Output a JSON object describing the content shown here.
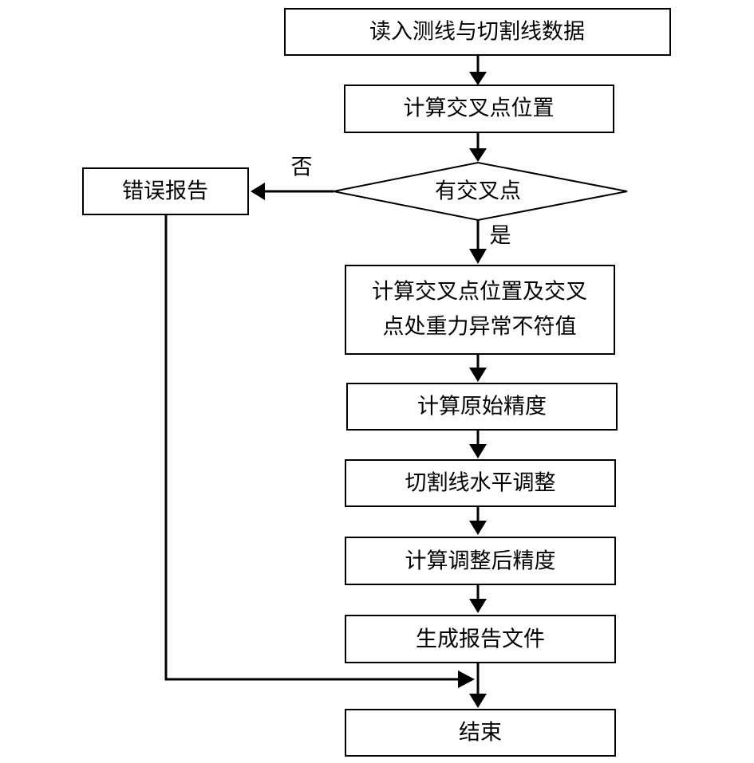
{
  "flowchart": {
    "steps": {
      "read_data": "读入测线与切割线数据",
      "calc_positions": "计算交叉点位置",
      "has_intersection": "有交叉点",
      "error_report": "错误报告",
      "calc_anomaly_line1": "计算交叉点位置及交叉",
      "calc_anomaly_line2": "点处重力异常不符值",
      "calc_original_precision": "计算原始精度",
      "horizontal_adjust": "切割线水平调整",
      "calc_adjusted_precision": "计算调整后精度",
      "generate_report": "生成报告文件",
      "end": "结束"
    },
    "branches": {
      "no": "否",
      "yes": "是"
    }
  },
  "colors": {
    "stroke": "#000000",
    "background": "#ffffff"
  }
}
